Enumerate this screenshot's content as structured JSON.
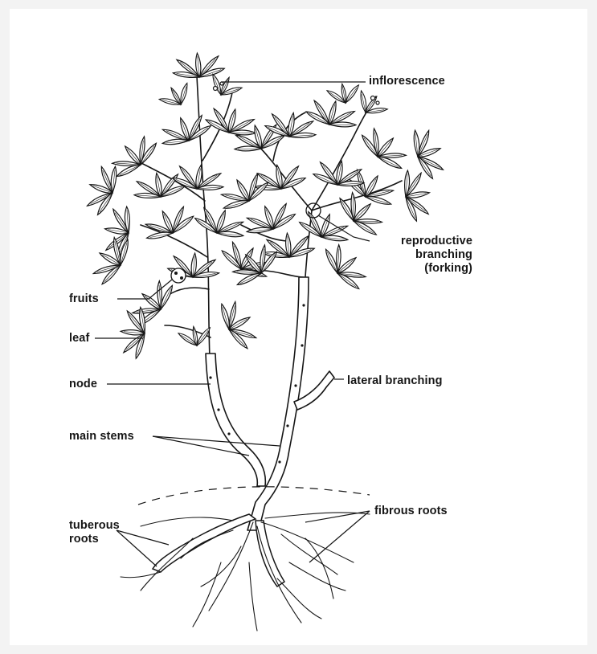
{
  "labels": {
    "inflorescence": "inflorescence",
    "reproductive_branching_1": "reproductive",
    "reproductive_branching_2": "branching",
    "reproductive_branching_3": "(forking)",
    "fruits": "fruits",
    "leaf": "leaf",
    "node": "node",
    "lateral_branching": "lateral branching",
    "main_stems": "main stems",
    "fibrous_roots": "fibrous roots",
    "tuberous_roots_1": "tuberous",
    "tuberous_roots_2": "roots"
  },
  "colors": {
    "ink": "#161616",
    "paper": "#ffffff",
    "margin": "#f3f3f3"
  }
}
